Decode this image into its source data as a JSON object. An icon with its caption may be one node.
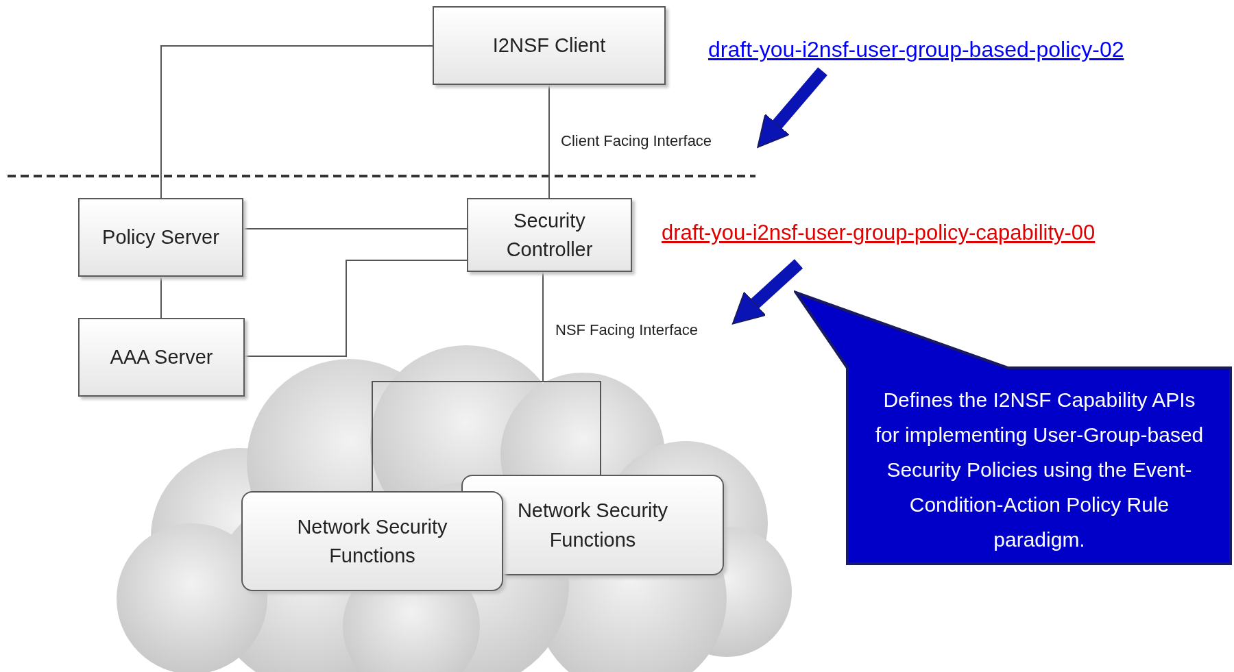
{
  "diagram": {
    "nodes": [
      {
        "text": [
          "I2NSF Client"
        ]
      },
      {
        "text": [
          "Policy Server"
        ]
      },
      {
        "text": [
          "Security Controller"
        ]
      },
      {
        "text": [
          "AAA Server"
        ]
      },
      {
        "text": [],
        "shape": "cloud"
      },
      {
        "text": [
          "Network Security Functions"
        ],
        "in": 4
      },
      {
        "text": [
          "Network Security Functions"
        ],
        "in": 4
      },
      {
        "text": [
          "Defines the I2NSF Capability APIs for implementing User-Group-based Security Policies using the Event-Condition-Action Policy Rule paradigm."
        ]
      },
      {
        "text": [
          "draft-you-i2nsf-user-group-based-policy-02"
        ]
      },
      {
        "text": [
          "Client Facing Interface"
        ]
      },
      {
        "text": [
          "draft-you-i2nsf-user-group-policy-capability-00"
        ]
      },
      {
        "text": [
          "NSF Facing Interface"
        ]
      }
    ],
    "edges": [
      {
        "from": 0,
        "to": 1,
        "arrow": "none"
      },
      {
        "from": 0,
        "to": 2,
        "arrow": "none"
      },
      {
        "from": 1,
        "to": 2,
        "arrow": "none"
      },
      {
        "from": 1,
        "to": 3,
        "arrow": "none"
      },
      {
        "from": 3,
        "to": 2,
        "arrow": "none"
      },
      {
        "from": 2,
        "to": 5,
        "arrow": "none"
      },
      {
        "from": 2,
        "to": 6,
        "arrow": "none"
      },
      {
        "from": 8,
        "to": 9,
        "arrow": "to",
        "style": "thick",
        "color": "#0a14b4"
      },
      {
        "from": 10,
        "to": 11,
        "arrow": "to",
        "style": "thick",
        "color": "#0a14b4"
      }
    ]
  }
}
